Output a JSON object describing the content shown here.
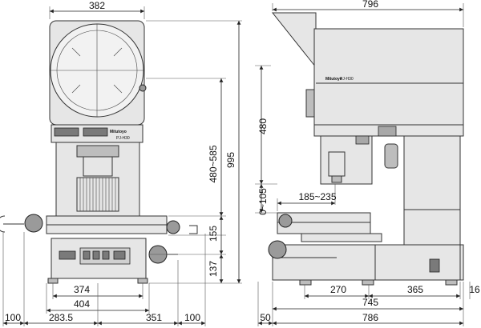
{
  "front_view": {
    "width_top": "382",
    "height_total": "995",
    "height_screen_range": "480~585",
    "stage_height": "155",
    "base_height": "137",
    "base_inner_width": "374",
    "base_outer_width": "404",
    "left_offset": "100",
    "left_width": "283.5",
    "right_width": "351",
    "right_offset": "100",
    "panel_logo": "Mitutoyo",
    "panel_model": "PJ-H30"
  },
  "side_view": {
    "width_top": "796",
    "height_screen": "480",
    "vertical_travel": "0~105",
    "stage_travel": "185~235",
    "base_left": "270",
    "base_right": "365",
    "rear_offset": "16",
    "base_width": "745",
    "total_depth": "786",
    "front_offset": "50",
    "panel_logo": "Mitutoyo",
    "panel_model": "PJ-H30"
  }
}
